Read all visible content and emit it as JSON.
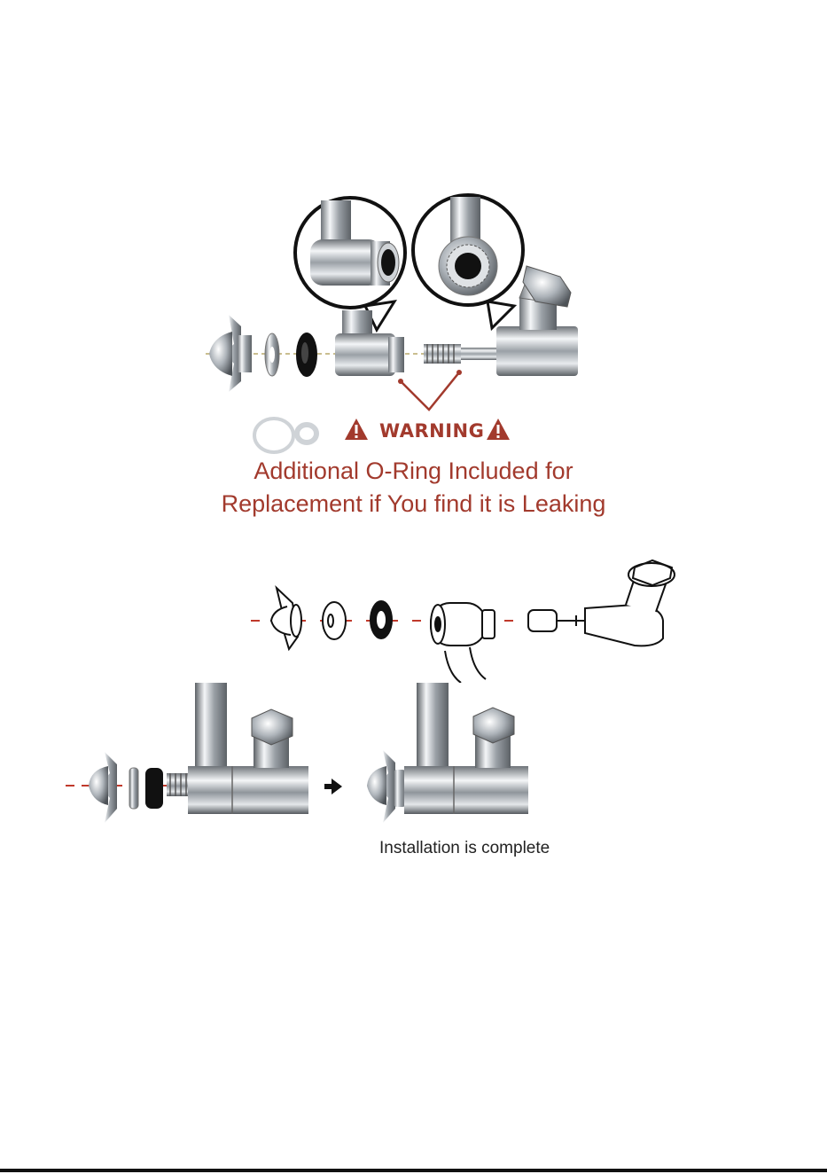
{
  "warning": {
    "label": "WARNING"
  },
  "note": {
    "line1": "Additional O-Ring Included for",
    "line2": "Replacement if You find it is Leaking"
  },
  "completion": {
    "label": "Installation is complete"
  },
  "colors": {
    "accent": "#a23a2d",
    "chrome": "#c4c8cc",
    "gasket": "#111111",
    "guide": "#c0392b"
  },
  "icons": [
    "wing-nut-icon",
    "washer-icon",
    "o-ring-icon",
    "valve-body-icon",
    "threaded-stem-icon",
    "elbow-fitting-icon",
    "warning-triangle-icon",
    "arrow-right-icon"
  ]
}
